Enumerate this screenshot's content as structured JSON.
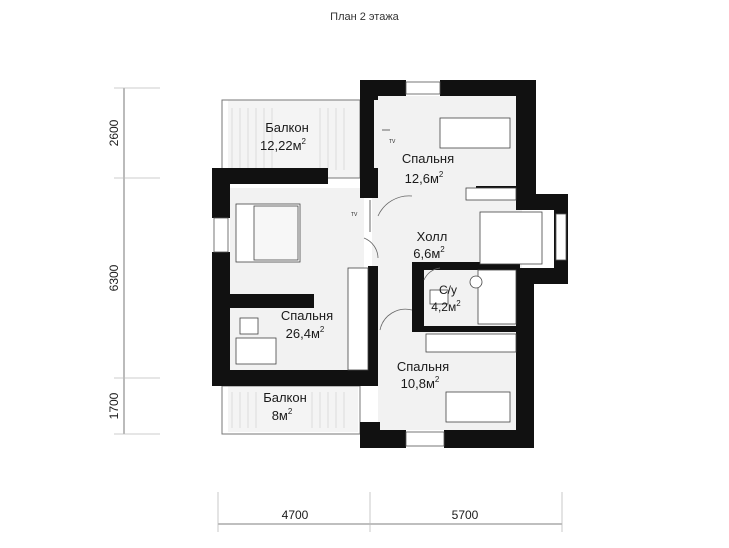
{
  "title": "План 2 этажа",
  "rooms": [
    {
      "id": "balcony-top",
      "name": "Балкон",
      "area": "12,22м",
      "sup": "2"
    },
    {
      "id": "bedroom-ne",
      "name": "Спальня",
      "area": "12,6м",
      "sup": "2"
    },
    {
      "id": "hall",
      "name": "Холл",
      "area": "6,6м",
      "sup": "2"
    },
    {
      "id": "bathroom",
      "name": "С/у",
      "area": "4,2м",
      "sup": "2"
    },
    {
      "id": "bedroom-w",
      "name": "Спальня",
      "area": "26,4м",
      "sup": "2"
    },
    {
      "id": "bedroom-se",
      "name": "Спальня",
      "area": "10,8м",
      "sup": "2"
    },
    {
      "id": "balcony-bottom",
      "name": "Балкон",
      "area": "8м",
      "sup": "2"
    }
  ],
  "dimensions": {
    "vertical": [
      "2600",
      "6300",
      "1700"
    ],
    "horizontal": [
      "4700",
      "5700"
    ]
  },
  "tv_labels": [
    "TV",
    "TV"
  ],
  "colors": {
    "wall": "#111111",
    "floor": "#f2f2f2",
    "balcony": "#f4f4f4",
    "dimension_line": "#555555"
  }
}
